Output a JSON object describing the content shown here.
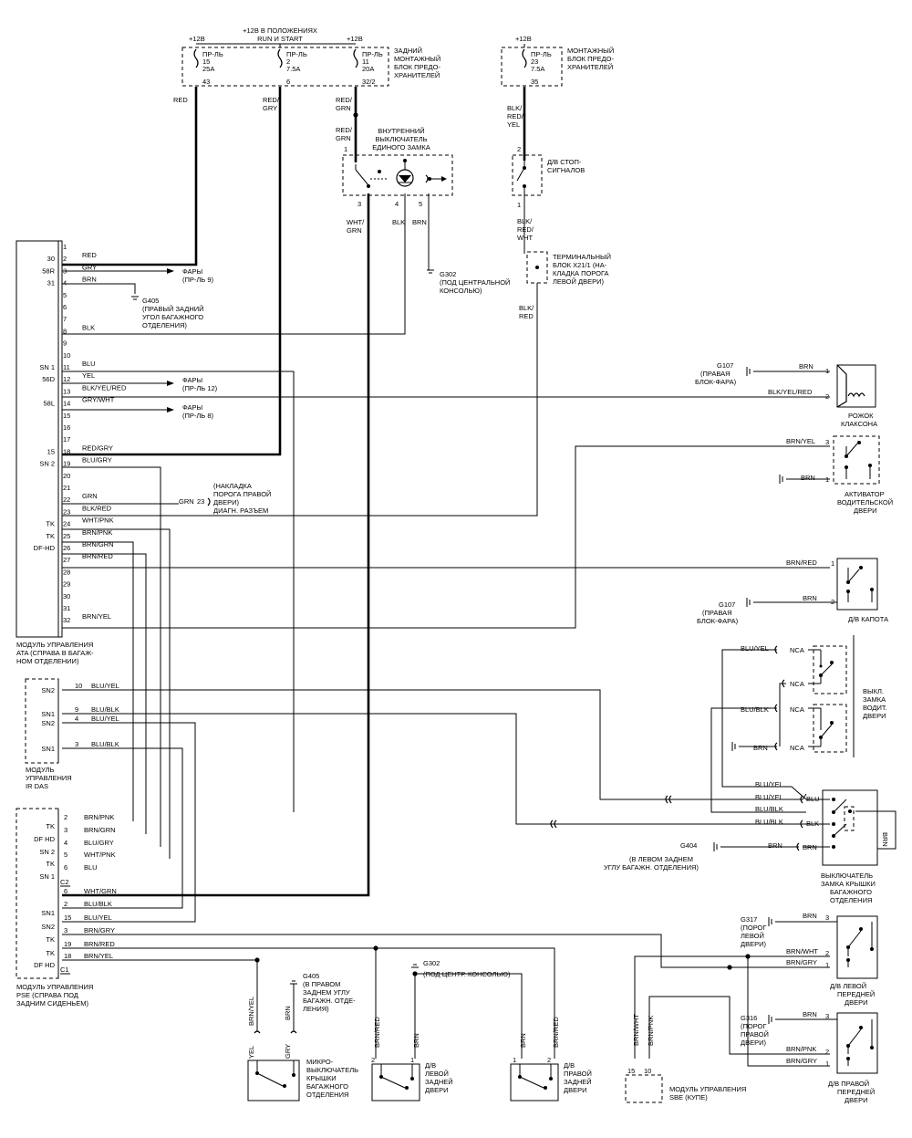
{
  "top": {
    "v12": "+12В",
    "run_start_1": "+12В В ПОЛОЖЕНИЯХ",
    "run_start_2": "RUN И START",
    "fuse15": [
      "ПР-ЛЬ",
      "15",
      "25A",
      "43"
    ],
    "fuse2": [
      "ПР-ЛЬ",
      "2",
      "7.5A",
      "6"
    ],
    "fuse11": [
      "ПР-ЛЬ",
      "11",
      "20A",
      "32/2"
    ],
    "fuse23": [
      "ПР-ЛЬ",
      "23",
      "7.5A",
      "35"
    ],
    "rear_block": [
      "ЗАДНИЙ",
      "МОНТАЖНЫЙ",
      "БЛОК ПРЕДО-",
      "ХРАНИТЕЛЕЙ"
    ],
    "mount_block": [
      "МОНТАЖНЫЙ",
      "БЛОК ПРЕДО-",
      "ХРАНИТЕЛЕЙ"
    ],
    "wire_red": "RED",
    "wire_redgry": [
      "RED/",
      "GRY"
    ],
    "wire_redgrn": [
      "RED/",
      "GRN"
    ],
    "wire_redgrn2": [
      "RED/",
      "GRN"
    ],
    "wire_blkredyel": [
      "BLK/",
      "RED/",
      "YEL"
    ],
    "inner_switch": [
      "ВНУТРЕННИЙ",
      "ВЫКЛЮЧАТЕЛЬ",
      "ЕДИНОГО ЗАМКА"
    ],
    "pins_inner": [
      "1",
      "3",
      "4",
      "5"
    ],
    "wire_whtgrn": [
      "WHT/",
      "GRN"
    ],
    "wire_blk": "BLK",
    "wire_brn": "BRN",
    "g302": [
      "G302",
      "(ПОД ЦЕНТРАЛЬНОЙ",
      "КОНСОЛЬЮ)"
    ],
    "stop_switch": [
      "Д/В СТОП-",
      "СИГНАЛОВ"
    ],
    "pins_stop": [
      "2",
      "1"
    ],
    "wire_blkredwht": [
      "BLK/",
      "RED/",
      "WHT"
    ],
    "terminal": [
      "ТЕРМИНАЛЬНЫЙ",
      "БЛОК X21/1 (НА-",
      "КЛАДКА ПОРОГА",
      "ЛЕВОЙ ДВЕРИ)"
    ],
    "wire_blkred": [
      "BLK/",
      "RED"
    ]
  },
  "ata": {
    "title": [
      "МОДУЛЬ УПРАВЛЕНИЯ",
      "ATA (СПРАВА В БАГАЖ-",
      "НОМ ОТДЕЛЕНИИ)"
    ],
    "pins": [
      "1",
      "2",
      "3",
      "4",
      "5",
      "6",
      "7",
      "8",
      "9",
      "10",
      "11",
      "12",
      "13",
      "14",
      "15",
      "16",
      "17",
      "18",
      "19",
      "20",
      "21",
      "22",
      "23",
      "24",
      "25",
      "26",
      "27",
      "28",
      "29",
      "30",
      "31",
      "32"
    ],
    "side": {
      "p2": "30",
      "p3": "58R",
      "p4": "31",
      "p11": "SN 1",
      "p12": "56D",
      "p14": "58L",
      "p18": "15",
      "p19": "SN 2",
      "p24": "TK",
      "p25": "TK",
      "p26": "DF-HD"
    },
    "wires": {
      "p2": "RED",
      "p3": "GRY",
      "p4": "BRN",
      "p8": "BLK",
      "p11": "BLU",
      "p12": "YEL",
      "p13": "BLK/YEL/RED",
      "p14": "GRY/WHT",
      "p18": "RED/GRY",
      "p19": "BLU/GRY",
      "p22": "GRN",
      "p23": "BLK/RED",
      "p24": "WHT/PNK",
      "p25": "BRN/PNK",
      "p26": "BRN/GRN",
      "p27": "BRN/RED",
      "p32": "BRN/YEL"
    },
    "fary9": [
      "ФАРЫ",
      "(ПР-ЛЬ 9)"
    ],
    "fary12": [
      "ФАРЫ",
      "(ПР-ЛЬ 12)"
    ],
    "fary8": [
      "ФАРЫ",
      "(ПР-ЛЬ 8)"
    ],
    "g405": [
      "G405",
      "(ПРАВЫЙ ЗАДНИЙ",
      "УГОЛ БАГАЖНОГО",
      "ОТДЕЛЕНИЯ)"
    ],
    "diag": [
      "(НАКЛАДКА",
      "ПОРОГА ПРАВОЙ",
      "ДВЕРИ)",
      "ДИАГН. РАЗЪЕМ"
    ],
    "diag_wire": "GRN",
    "diag_pin": "23"
  },
  "irdas": {
    "title": [
      "МОДУЛЬ",
      "УПРАВЛЕНИЯ",
      "IR DAS"
    ],
    "rows": [
      {
        "side": "SN2",
        "pin": "10",
        "wire": "BLU/YEL"
      },
      {
        "side": "SN1",
        "pin": "9",
        "wire": "BLU/BLK"
      },
      {
        "side": "SN2",
        "pin": "4",
        "wire": "BLU/YEL"
      },
      {
        "side": "SN1",
        "pin": "3",
        "wire": "BLU/BLK"
      }
    ]
  },
  "pse": {
    "title": [
      "МОДУЛЬ УПРАВЛЕНИЯ",
      "PSE (СПРАВА ПОД",
      "ЗАДНИМ СИДЕНЬЕМ)"
    ],
    "c2": "C2",
    "c1": "C1",
    "rows": [
      {
        "side": "TK",
        "pin": "2",
        "wire": "BRN/PNK"
      },
      {
        "side": "DF HD",
        "pin": "3",
        "wire": "BRN/GRN"
      },
      {
        "side": "SN 2",
        "pin": "4",
        "wire": "BLU/GRY"
      },
      {
        "side": "TK",
        "pin": "5",
        "wire": "WHT/PNK"
      },
      {
        "side": "SN 1",
        "pin": "6",
        "wire": "BLU"
      },
      {
        "side": "",
        "pin": "6",
        "wire": "WHT/GRN"
      },
      {
        "side": "SN1",
        "pin": "2",
        "wire": "BLU/BLK"
      },
      {
        "side": "SN2",
        "pin": "15",
        "wire": "BLU/YEL"
      },
      {
        "side": "TK",
        "pin": "3",
        "wire": "BRN/GRY"
      },
      {
        "side": "TK",
        "pin": "19",
        "wire": "BRN/RED"
      },
      {
        "side": "DF HD",
        "pin": "18",
        "wire": "BRN/YEL"
      }
    ]
  },
  "right": {
    "g107a": [
      "G107",
      "(ПРАВАЯ",
      "БЛОК-ФАРА)"
    ],
    "horn": [
      "РОЖОК",
      "КЛАКСОНА"
    ],
    "horn_wires": [
      "BRN",
      "BLK/YEL/RED"
    ],
    "horn_pins": [
      "1",
      "2"
    ],
    "actuator": [
      "АКТИВАТОР",
      "ВОДИТЕЛЬСКОЙ",
      "ДВЕРИ"
    ],
    "act_wires": [
      "BRN/YEL",
      "BRN"
    ],
    "act_pins": [
      "3",
      "1"
    ],
    "hood_wires": [
      "BRN/RED",
      "BRN"
    ],
    "hood_pins": [
      "1",
      "2"
    ],
    "g107b": [
      "G107",
      "(ПРАВАЯ",
      "БЛОК-ФАРА)"
    ],
    "hood": "Д/В КАПОТА",
    "lock_switch": [
      "ВЫКЛ.",
      "ЗАМКА",
      "ВОДИТ.",
      "ДВЕРИ"
    ],
    "nca": "NCA",
    "lock_wires": [
      "BLU/YEL",
      "BLU/BLK",
      "BRN"
    ],
    "trunk_wires": [
      "BLU/YEL",
      "BLU/YEL",
      "BLU/BLK",
      "BLU/BLK",
      "BRN"
    ],
    "trunk_labels": [
      "BLU",
      "BLK",
      "BRN"
    ],
    "trunk_vert": "BRN",
    "g404": [
      "G404",
      "(В ЛЕВОМ ЗАДНЕМ",
      "УГЛУ БАГАЖН. ОТДЕЛЕНИЯ)"
    ],
    "trunk_switch": [
      "ВЫКЛЮЧАТЕЛЬ",
      "ЗАМКА КРЫШКИ",
      "БАГАЖНОГО",
      "ОТДЕЛЕНИЯ"
    ],
    "g317": [
      "G317",
      "(ПОРОГ",
      "ЛЕВОЙ",
      "ДВЕРИ)"
    ],
    "lf_wires": [
      "BRN",
      "BRN/WHT",
      "BRN/GRY"
    ],
    "lf_pins": [
      "3",
      "2",
      "1"
    ],
    "lf_door": [
      "Д/В ЛЕВОЙ",
      "ПЕРЕДНЕЙ",
      "ДВЕРИ"
    ],
    "g316": [
      "G316",
      "(ПОРОГ",
      "ПРАВОЙ",
      "ДВЕРИ)"
    ],
    "rf_wires": [
      "BRN",
      "BRN/PNK",
      "BRN/GRY"
    ],
    "rf_pins": [
      "3",
      "2",
      "1"
    ],
    "rf_door": [
      "Д/В ПРАВОЙ",
      "ПЕРЕДНЕЙ",
      "ДВЕРИ"
    ]
  },
  "bottom": {
    "g405": [
      "G405",
      "(В ПРАВОМ",
      "ЗАДНЕМ УГЛУ",
      "БАГАЖН. ОТДЕ-",
      "ЛЕНИЯ)"
    ],
    "micro_wires": [
      "BRN/YEL",
      "BRN"
    ],
    "micro_tags": [
      "YEL",
      "GRY"
    ],
    "micro": [
      "МИКРО-",
      "ВЫКЛЮЧАТЕЛЬ",
      "КРЫШКИ",
      "БАГАЖНОГО",
      "ОТДЕЛЕНИЯ"
    ],
    "g302": "G302",
    "g302_note": "(ПОД ЦЕНТР. КОНСОЛЬЮ)",
    "lr_wires": [
      "BRN/RED",
      "BRN"
    ],
    "lr_pins": [
      "2",
      "1"
    ],
    "lr_door": [
      "Д/В",
      "ЛЕВОЙ",
      "ЗАДНЕЙ",
      "ДВЕРИ"
    ],
    "rr_wires": [
      "BRN",
      "BRN/RED"
    ],
    "rr_pins": [
      "1",
      "2"
    ],
    "rr_door": [
      "Д/В",
      "ПРАВОЙ",
      "ЗАДНЕЙ",
      "ДВЕРИ"
    ],
    "sbe_wires": [
      "BRN/WHT",
      "BRN/PNK"
    ],
    "sbe_pins": [
      "15",
      "10"
    ],
    "sbe": [
      "МОДУЛЬ УПРАВЛЕНИЯ",
      "SBE (КУПЕ)"
    ]
  }
}
